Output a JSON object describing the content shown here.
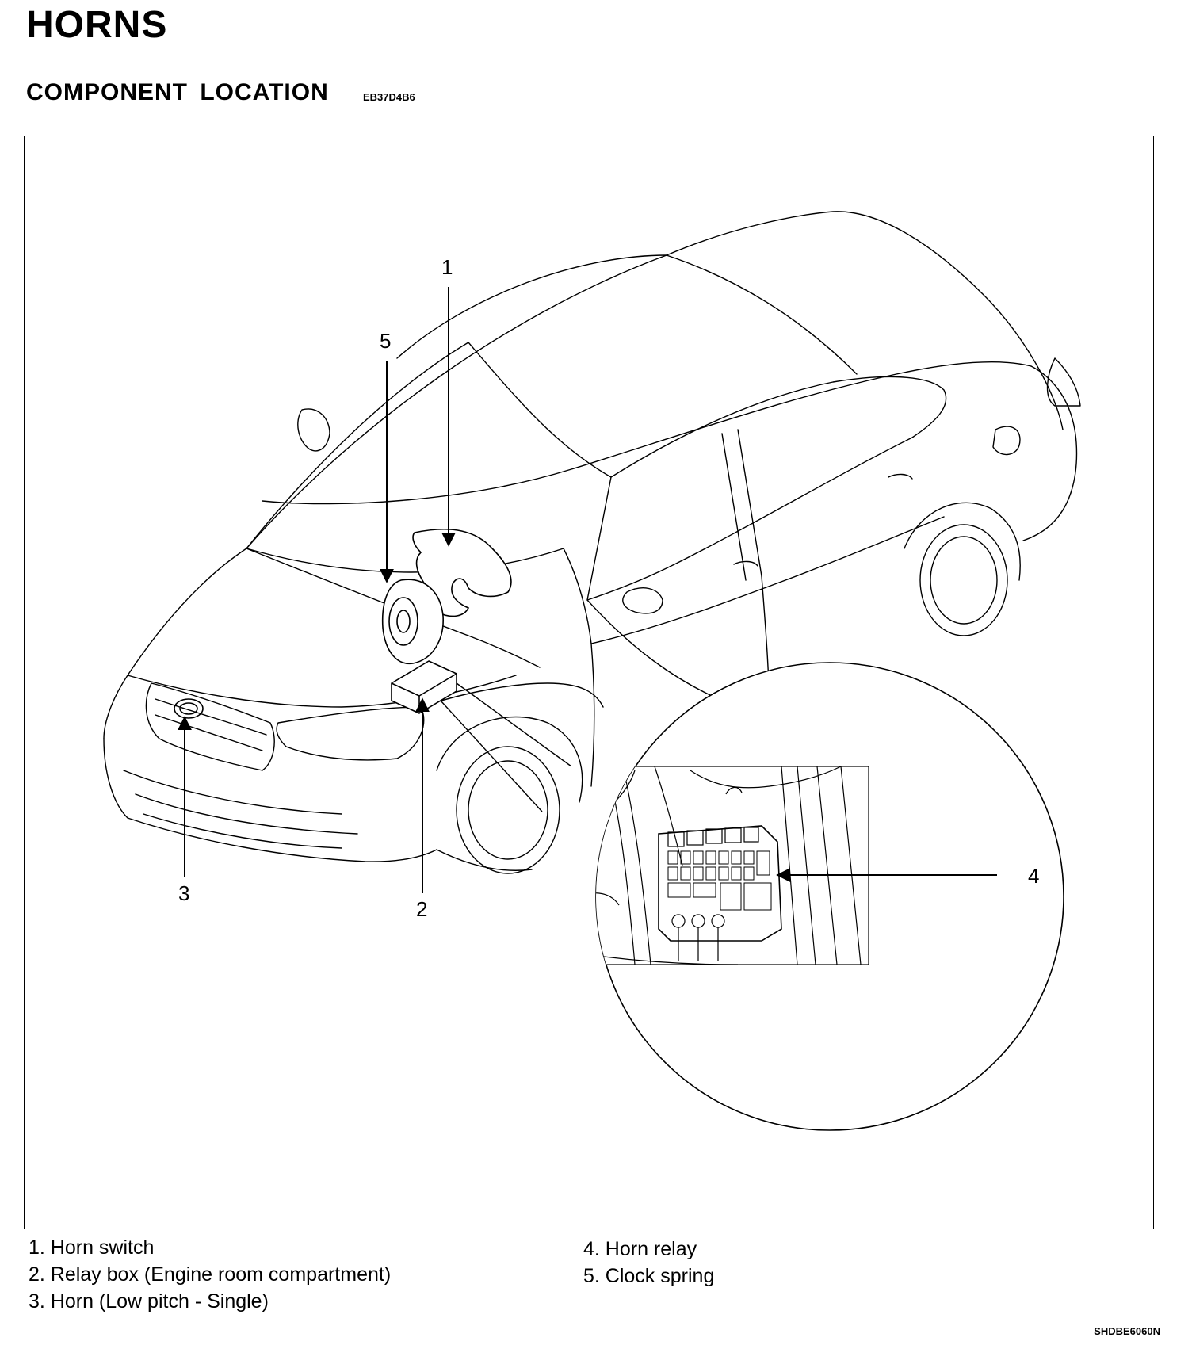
{
  "page": {
    "title": "HORNS",
    "section": "COMPONENT  LOCATION",
    "section_code": "EB37D4B6",
    "document_id": "SHDBE6060N"
  },
  "figure": {
    "callouts": [
      "1",
      "2",
      "3",
      "4",
      "5"
    ]
  },
  "legend": {
    "items": [
      "1. Horn switch",
      "2. Relay box (Engine room compartment)",
      "3. Horn (Low pitch - Single)",
      "4. Horn relay",
      "5. Clock spring"
    ]
  }
}
